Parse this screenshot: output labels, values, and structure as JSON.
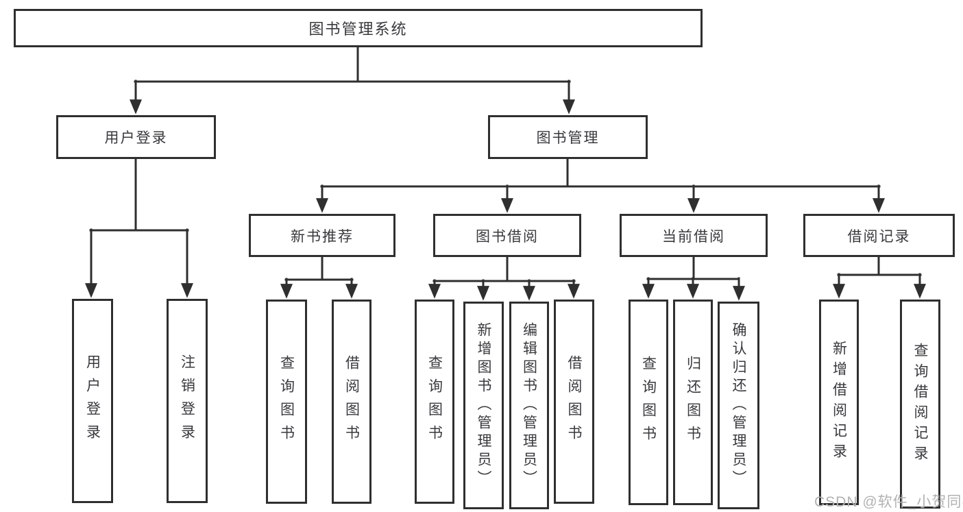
{
  "diagram": {
    "root": {
      "label": "图书管理系统"
    },
    "level2": [
      {
        "label": "用户登录",
        "leaves": [
          {
            "label": "用户登录"
          },
          {
            "label": "注销登录"
          }
        ]
      },
      {
        "label": "图书管理",
        "groups": [
          {
            "label": "新书推荐",
            "leaves": [
              {
                "label": "查询图书"
              },
              {
                "label": "借阅图书"
              }
            ]
          },
          {
            "label": "图书借阅",
            "leaves": [
              {
                "label": "查询图书"
              },
              {
                "label": "新增图书（管理员）"
              },
              {
                "label": "编辑图书（管理员）"
              },
              {
                "label": "借阅图书"
              }
            ]
          },
          {
            "label": "当前借阅",
            "leaves": [
              {
                "label": "查询图书"
              },
              {
                "label": "归还图书"
              },
              {
                "label": "确认归还（管理员）"
              }
            ]
          },
          {
            "label": "借阅记录",
            "leaves": [
              {
                "label": "新增借阅记录"
              },
              {
                "label": "查询借阅记录"
              }
            ]
          }
        ]
      }
    ]
  },
  "watermark": "CSDN @软件_小贺同学",
  "colors": {
    "line": "#2f2f2f",
    "box_border": "#2f2f2f",
    "box_fill": "#ffffff",
    "text": "#39393d",
    "watermark": "#b2b2b2",
    "background": "#ffffff"
  }
}
